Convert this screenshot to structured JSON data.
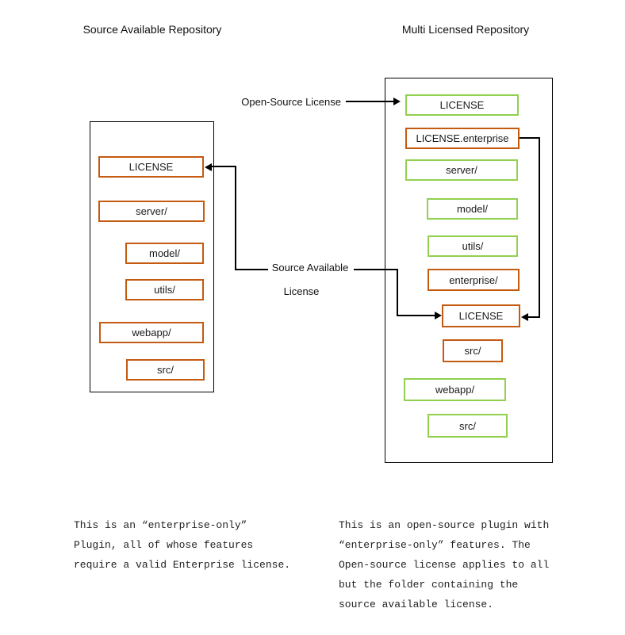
{
  "diagram": {
    "left_repo": {
      "title": "Source Available Repository",
      "items": [
        {
          "label": "LICENSE",
          "license": "source-available"
        },
        {
          "label": "server/",
          "license": "source-available"
        },
        {
          "label": "model/",
          "license": "source-available"
        },
        {
          "label": "utils/",
          "license": "source-available"
        },
        {
          "label": "webapp/",
          "license": "source-available"
        },
        {
          "label": "src/",
          "license": "source-available"
        }
      ],
      "note_lines": [
        "This is an “enterprise-only”",
        "Plugin, all of whose features",
        "require a valid Enterprise license."
      ]
    },
    "right_repo": {
      "title": "Multi Licensed Repository",
      "items": [
        {
          "label": "LICENSE",
          "license": "open-source"
        },
        {
          "label": "LICENSE.enterprise",
          "license": "source-available"
        },
        {
          "label": "server/",
          "license": "open-source"
        },
        {
          "label": "model/",
          "license": "open-source"
        },
        {
          "label": "utils/",
          "license": "open-source"
        },
        {
          "label": "enterprise/",
          "license": "source-available"
        },
        {
          "label": "LICENSE",
          "license": "source-available"
        },
        {
          "label": "src/",
          "license": "source-available"
        },
        {
          "label": "webapp/",
          "license": "open-source"
        },
        {
          "label": "src/",
          "license": "open-source"
        }
      ],
      "note_lines": [
        "This is an open-source plugin with",
        "“enterprise-only” features. The",
        "Open-source license applies to all",
        "but the folder containing the",
        "source available license."
      ]
    },
    "labels": {
      "open_source_license": "Open-Source License",
      "source_available_line1": "Source Available",
      "source_available_line2": "License"
    },
    "colors": {
      "source_available_border": "#C55A11",
      "open_source_border": "#92D050",
      "connector_line": "#000000"
    }
  }
}
